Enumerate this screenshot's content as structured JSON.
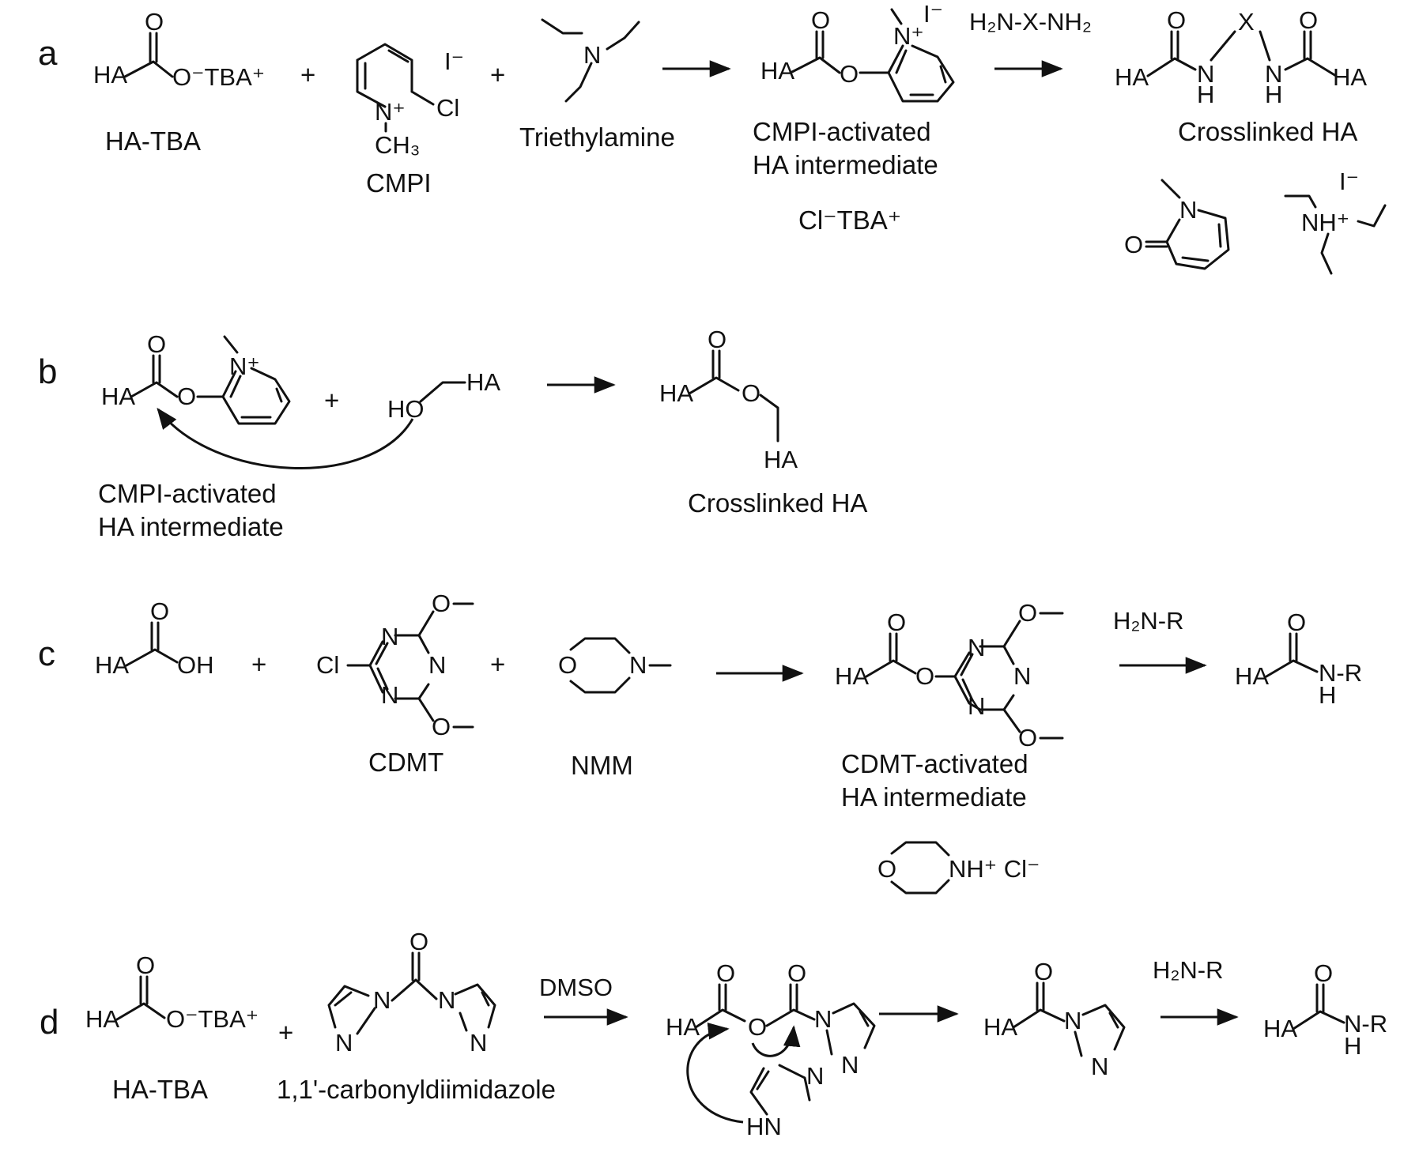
{
  "panels": {
    "a": {
      "letter": "a",
      "reactant1_label": "HA-TBA",
      "reagent_cmpi_label": "CMPI",
      "reagent_tea_label": "Triethylamine",
      "intermediate_label_line1": "CMPI-activated",
      "intermediate_label_line2": "HA intermediate",
      "intermediate_salt": "Cl⁻TBA⁺",
      "reagent_above_arrow": "H₂N-X-NH₂",
      "product_label": "Crosslinked HA",
      "plus": "+",
      "atoms": {
        "ha": "HA",
        "o": "O",
        "otba": "O⁻TBA⁺",
        "cl": "Cl",
        "ch3": "CH₃",
        "iodide": "I⁻",
        "nplus": "N⁺",
        "n": "N",
        "nh": "NH",
        "h": "H",
        "x": "X",
        "nhplus": "NH⁺"
      }
    },
    "b": {
      "letter": "b",
      "intermediate_label_line1": "CMPI-activated",
      "intermediate_label_line2": "HA intermediate",
      "product_label": "Crosslinked HA",
      "plus": "+",
      "atoms": {
        "ha": "HA",
        "o": "O",
        "nplus": "N⁺",
        "ho": "HO"
      }
    },
    "c": {
      "letter": "c",
      "reagent_cdmt_label": "CDMT",
      "reagent_nmm_label": "NMM",
      "intermediate_label_line1": "CDMT-activated",
      "intermediate_label_line2": "HA intermediate",
      "byproduct_text": "NH⁺ Cl⁻",
      "reagent_above_arrow": "H₂N-R",
      "plus": "+",
      "atoms": {
        "ha": "HA",
        "oh": "OH",
        "o": "O",
        "n": "N",
        "cl": "Cl",
        "nr": "N-R",
        "h": "H"
      }
    },
    "d": {
      "letter": "d",
      "reactant1_label": "HA-TBA",
      "reagent_label": "1,1'-carbonyldiimidazole",
      "condition_above_arrow": "DMSO",
      "reagent_above_arrow": "H₂N-R",
      "plus": "+",
      "atoms": {
        "ha": "HA",
        "o": "O",
        "otba": "O⁻TBA⁺",
        "n": "N",
        "hn": "HN",
        "nr": "N-R",
        "h": "H"
      }
    }
  }
}
